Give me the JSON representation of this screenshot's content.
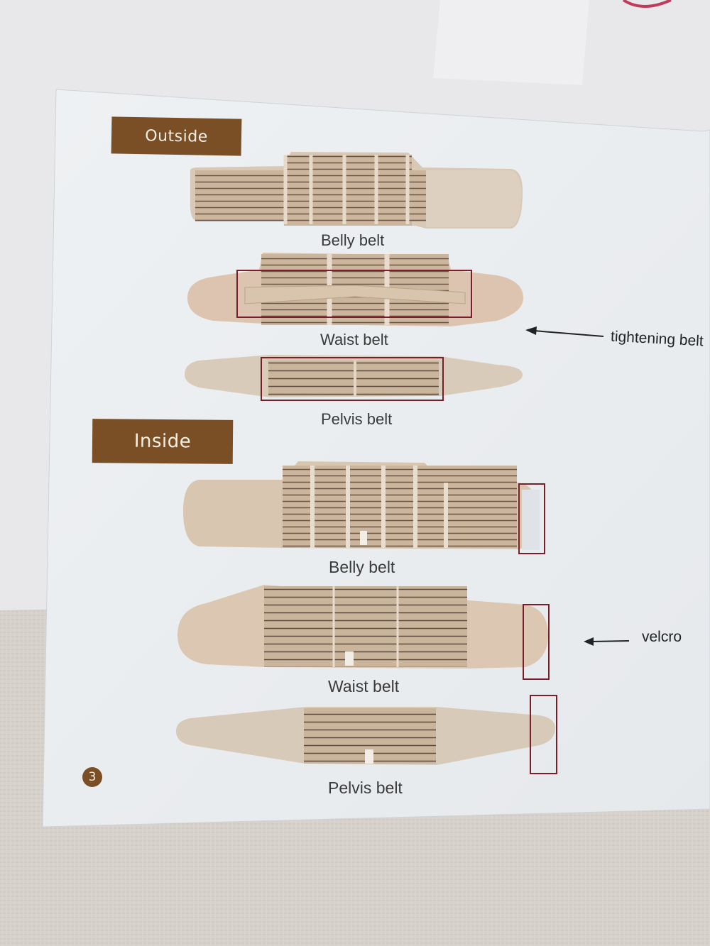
{
  "sections": {
    "outside": {
      "title": "Outside",
      "belts": [
        {
          "label": "Belly belt"
        },
        {
          "label": "Waist belt"
        },
        {
          "label": "Pelvis belt"
        }
      ]
    },
    "inside": {
      "title": "Inside",
      "belts": [
        {
          "label": "Belly belt"
        },
        {
          "label": "Waist belt"
        },
        {
          "label": "Pelvis belt"
        }
      ]
    }
  },
  "annotations": {
    "tightening": "tightening belt",
    "velcro": "velcro"
  },
  "page_number": "3",
  "colors": {
    "tag_brown": "#7b4f26",
    "belt_beige": "#cdb9a3",
    "highlight_box": "#7a1f2a",
    "paper": "#edf0f2"
  }
}
